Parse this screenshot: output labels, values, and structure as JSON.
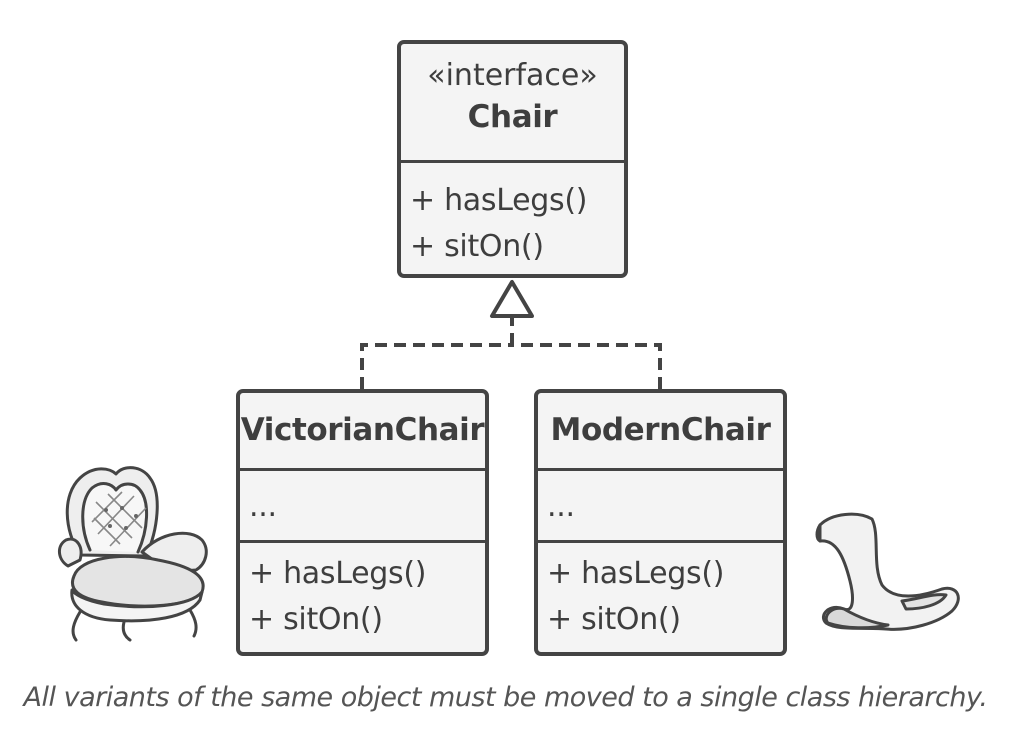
{
  "interface_class": {
    "stereotype": "«interface»",
    "name": "Chair",
    "operations": [
      "+ hasLegs()",
      "+ sitOn()"
    ]
  },
  "concrete_classes": [
    {
      "name": "VictorianChair",
      "attributes": "...",
      "operations": [
        "+ hasLegs()",
        "+ sitOn()"
      ]
    },
    {
      "name": "ModernChair",
      "attributes": "...",
      "operations": [
        "+ hasLegs()",
        "+ sitOn()"
      ]
    }
  ],
  "relationship": "realization",
  "illustrations": [
    "victorian-armchair",
    "modern-curved-chair"
  ],
  "caption": "All variants of the same object must be moved to a single class hierarchy.",
  "colors": {
    "stroke": "#444444",
    "fill": "#f4f4f4",
    "text": "#3e3e3e"
  }
}
